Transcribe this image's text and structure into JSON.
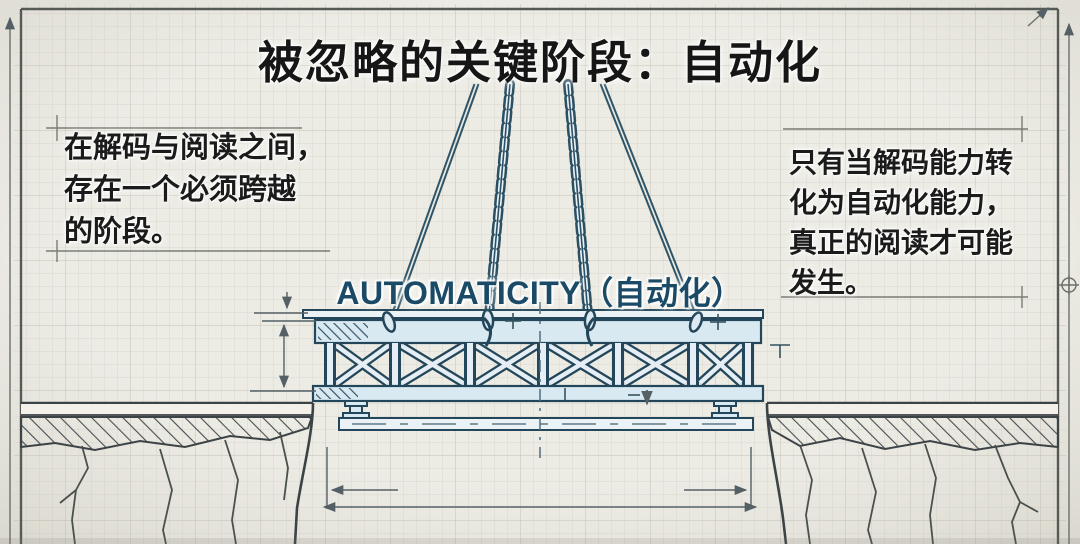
{
  "title": "被忽略的关键阶段：自动化",
  "left_note": {
    "lines": [
      "在解码与阅读之间，",
      "存在一个必须跨越",
      "的阶段。"
    ]
  },
  "right_note": {
    "lines": [
      "只有当解码能力转",
      "化为自动化能力，",
      "真正的阅读才可能",
      "发生。"
    ]
  },
  "bridge": {
    "label": "AUTOMATICITY（自动化）"
  },
  "scene_description": "Blueprint-style sketch of a truss bridge suspended by two chains and two cables, being lowered into a gap between two hatched cliff edges, with dimension lines on graph paper.",
  "colors": {
    "paper": "#ecebe4",
    "ink": "#3c4347",
    "blueprint_stroke": "#24465a",
    "bridge_fill": "#d9e9f1",
    "label_color": "#1a4a66",
    "text_color": "#161616"
  }
}
